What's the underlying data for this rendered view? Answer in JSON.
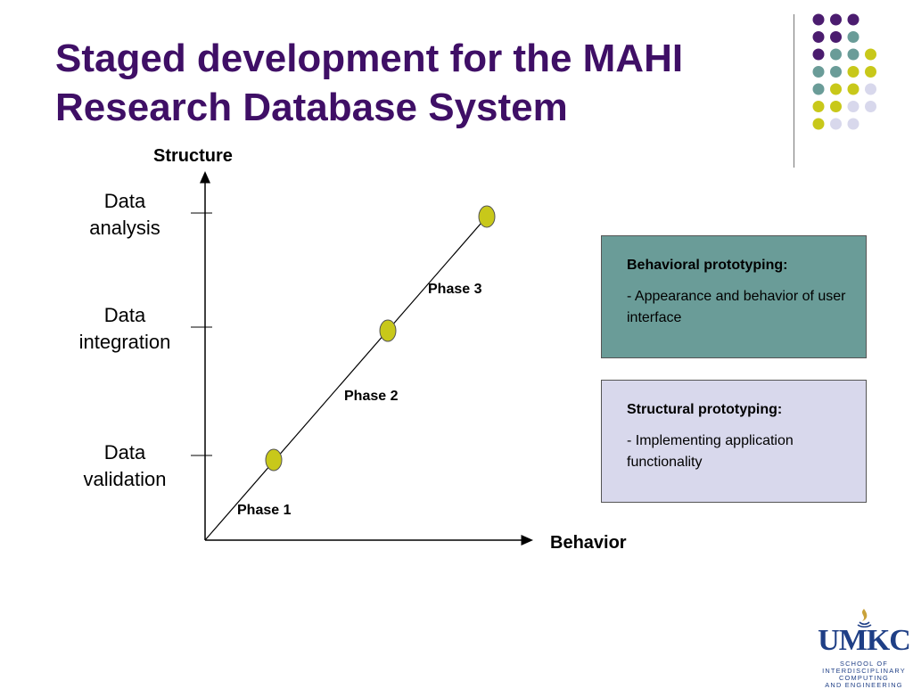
{
  "slide": {
    "title_line1": "Staged development for the MAHI",
    "title_line2": "Research Database System",
    "colors": {
      "title": "#3f0f66",
      "purple": "#4b1c6f",
      "teal": "#6a9c98",
      "lime": "#c8c81a",
      "lavender": "#d8d8ec"
    },
    "decor_dot_colors": [
      [
        "purple",
        "purple",
        "purple",
        null
      ],
      [
        "purple",
        "purple",
        "teal",
        null
      ],
      [
        "purple",
        "teal",
        "teal",
        "lime"
      ],
      [
        "teal",
        "teal",
        "lime",
        "lime"
      ],
      [
        "teal",
        "lime",
        "lime",
        "lavender"
      ],
      [
        "lime",
        "lime",
        "lavender",
        "lavender"
      ],
      [
        "lime",
        "lavender",
        "lavender",
        null
      ]
    ]
  },
  "chart_data": {
    "type": "line",
    "xlabel": "Behavior",
    "ylabel": "Structure",
    "y_levels": [
      {
        "line1": "Data",
        "line2": "validation"
      },
      {
        "line1": "Data",
        "line2": "integration"
      },
      {
        "line1": "Data",
        "line2": "analysis"
      }
    ],
    "phases": [
      {
        "label": "Phase 1",
        "x": 1,
        "y": 1
      },
      {
        "label": "Phase 2",
        "x": 2,
        "y": 2
      },
      {
        "label": "Phase 3",
        "x": 3,
        "y": 3
      }
    ],
    "marker_color": "#c8c81a"
  },
  "boxes": {
    "behavioral": {
      "heading": "Behavioral prototyping:",
      "text": "- Appearance and behavior of user interface"
    },
    "structural": {
      "heading": "Structural  prototyping:",
      "text": "- Implementing application functionality"
    }
  },
  "logo": {
    "name": "UMKC",
    "line1": "SCHOOL OF",
    "line2": "INTERDISCIPLINARY",
    "line3": "COMPUTING",
    "line4": "AND ENGINEERING"
  }
}
